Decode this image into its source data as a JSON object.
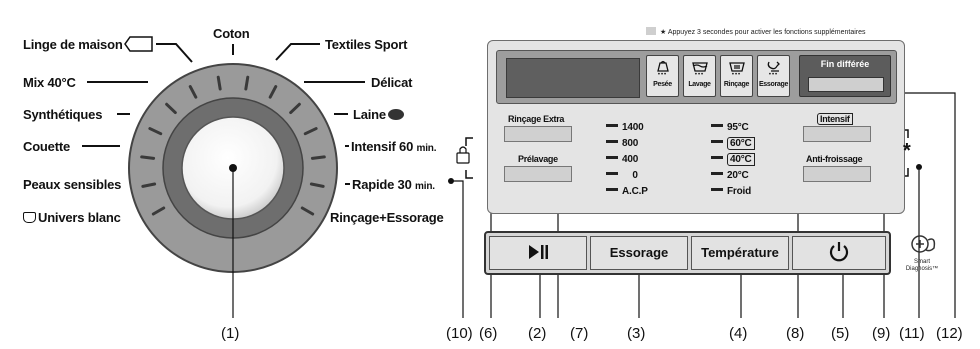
{
  "programs": {
    "linge_de_maison": "Linge de maison",
    "coton": "Coton",
    "textiles_sport": "Textiles Sport",
    "mix_40": "Mix 40°C",
    "delicat": "Délicat",
    "synthetiques": "Synthétiques",
    "laine": "Laine",
    "couette": "Couette",
    "intensif_60_main": "Intensif 60",
    "intensif_60_unit": "min.",
    "peaux_sensibles": "Peaux sensibles",
    "rapide_30_main": "Rapide 30",
    "rapide_30_unit": "min.",
    "univers_blanc": "Univers blanc",
    "rincage_essorage": "Rinçage+Essorage"
  },
  "panel": {
    "note": "Appuyez 3 secondes pour activer les fonctions supplémentaires",
    "stages": [
      "Pesée",
      "Lavage",
      "Rinçage",
      "Essorage"
    ],
    "delay_label": "Fin différée",
    "options": {
      "rincage_extra": "Rinçage Extra",
      "prelavage": "Prélavage",
      "intensif": "Intensif",
      "anti_froissage": "Anti-froissage"
    },
    "spin_speeds": [
      "1400",
      "800",
      "400",
      "0",
      "A.C.P"
    ],
    "temperatures": [
      "95°C",
      "60°C",
      "40°C",
      "20°C",
      "Froid"
    ],
    "star": "*"
  },
  "buttons": {
    "start_pause_icon": "play-pause-icon",
    "essorage": "Essorage",
    "temperature": "Température",
    "power_icon": "power-icon",
    "smart_line1": "Smart",
    "smart_line2": "Diagnosis™"
  },
  "callouts": {
    "n1": "(1)",
    "n2": "(2)",
    "n3": "(3)",
    "n4": "(4)",
    "n5": "(5)",
    "n6": "(6)",
    "n7": "(7)",
    "n8": "(8)",
    "n9": "(9)",
    "n10": "(10)",
    "n11": "(11)",
    "n12": "(12)"
  }
}
